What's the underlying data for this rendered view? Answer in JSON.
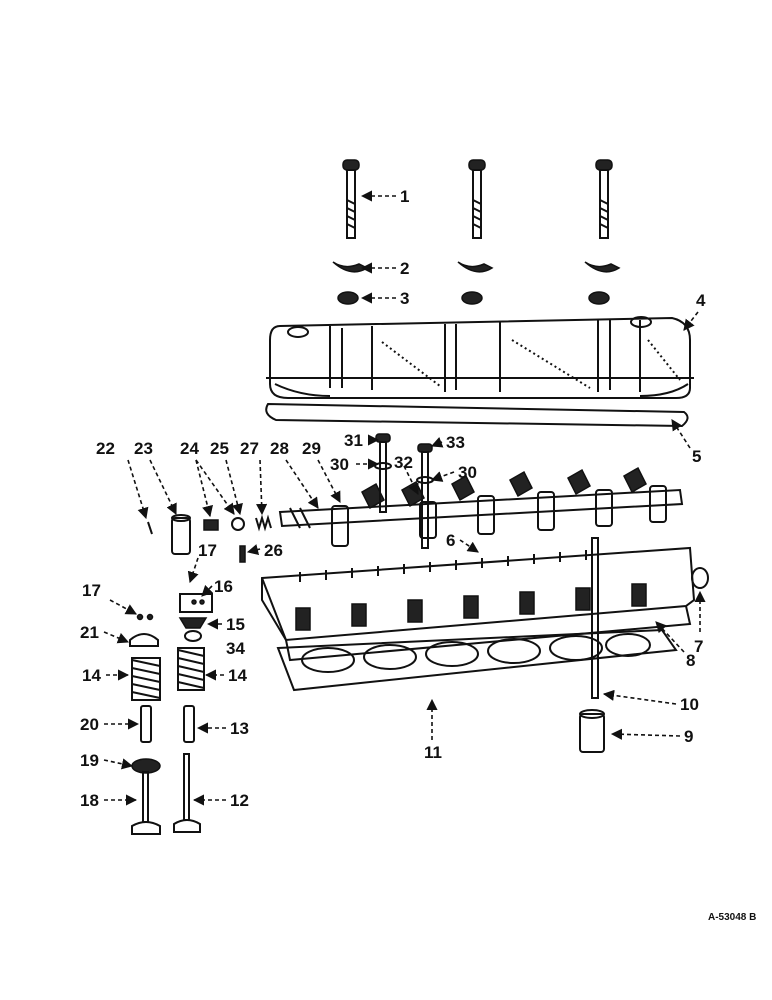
{
  "diagram": {
    "reference_code": "A-53048 B",
    "callouts": {
      "c1": "1",
      "c2": "2",
      "c3": "3",
      "c4": "4",
      "c5": "5",
      "c6": "6",
      "c7": "7",
      "c8": "8",
      "c9": "9",
      "c10": "10",
      "c11": "11",
      "c12": "12",
      "c13": "13",
      "c14a": "14",
      "c14b": "14",
      "c15": "15",
      "c16": "16",
      "c17a": "17",
      "c17b": "17",
      "c18": "18",
      "c19": "19",
      "c20": "20",
      "c21": "21",
      "c22": "22",
      "c23": "23",
      "c24": "24",
      "c25": "25",
      "c26": "26",
      "c27": "27",
      "c28": "28",
      "c29": "29",
      "c30a": "30",
      "c30b": "30",
      "c31": "31",
      "c32": "32",
      "c33": "33",
      "c34": "34"
    }
  }
}
